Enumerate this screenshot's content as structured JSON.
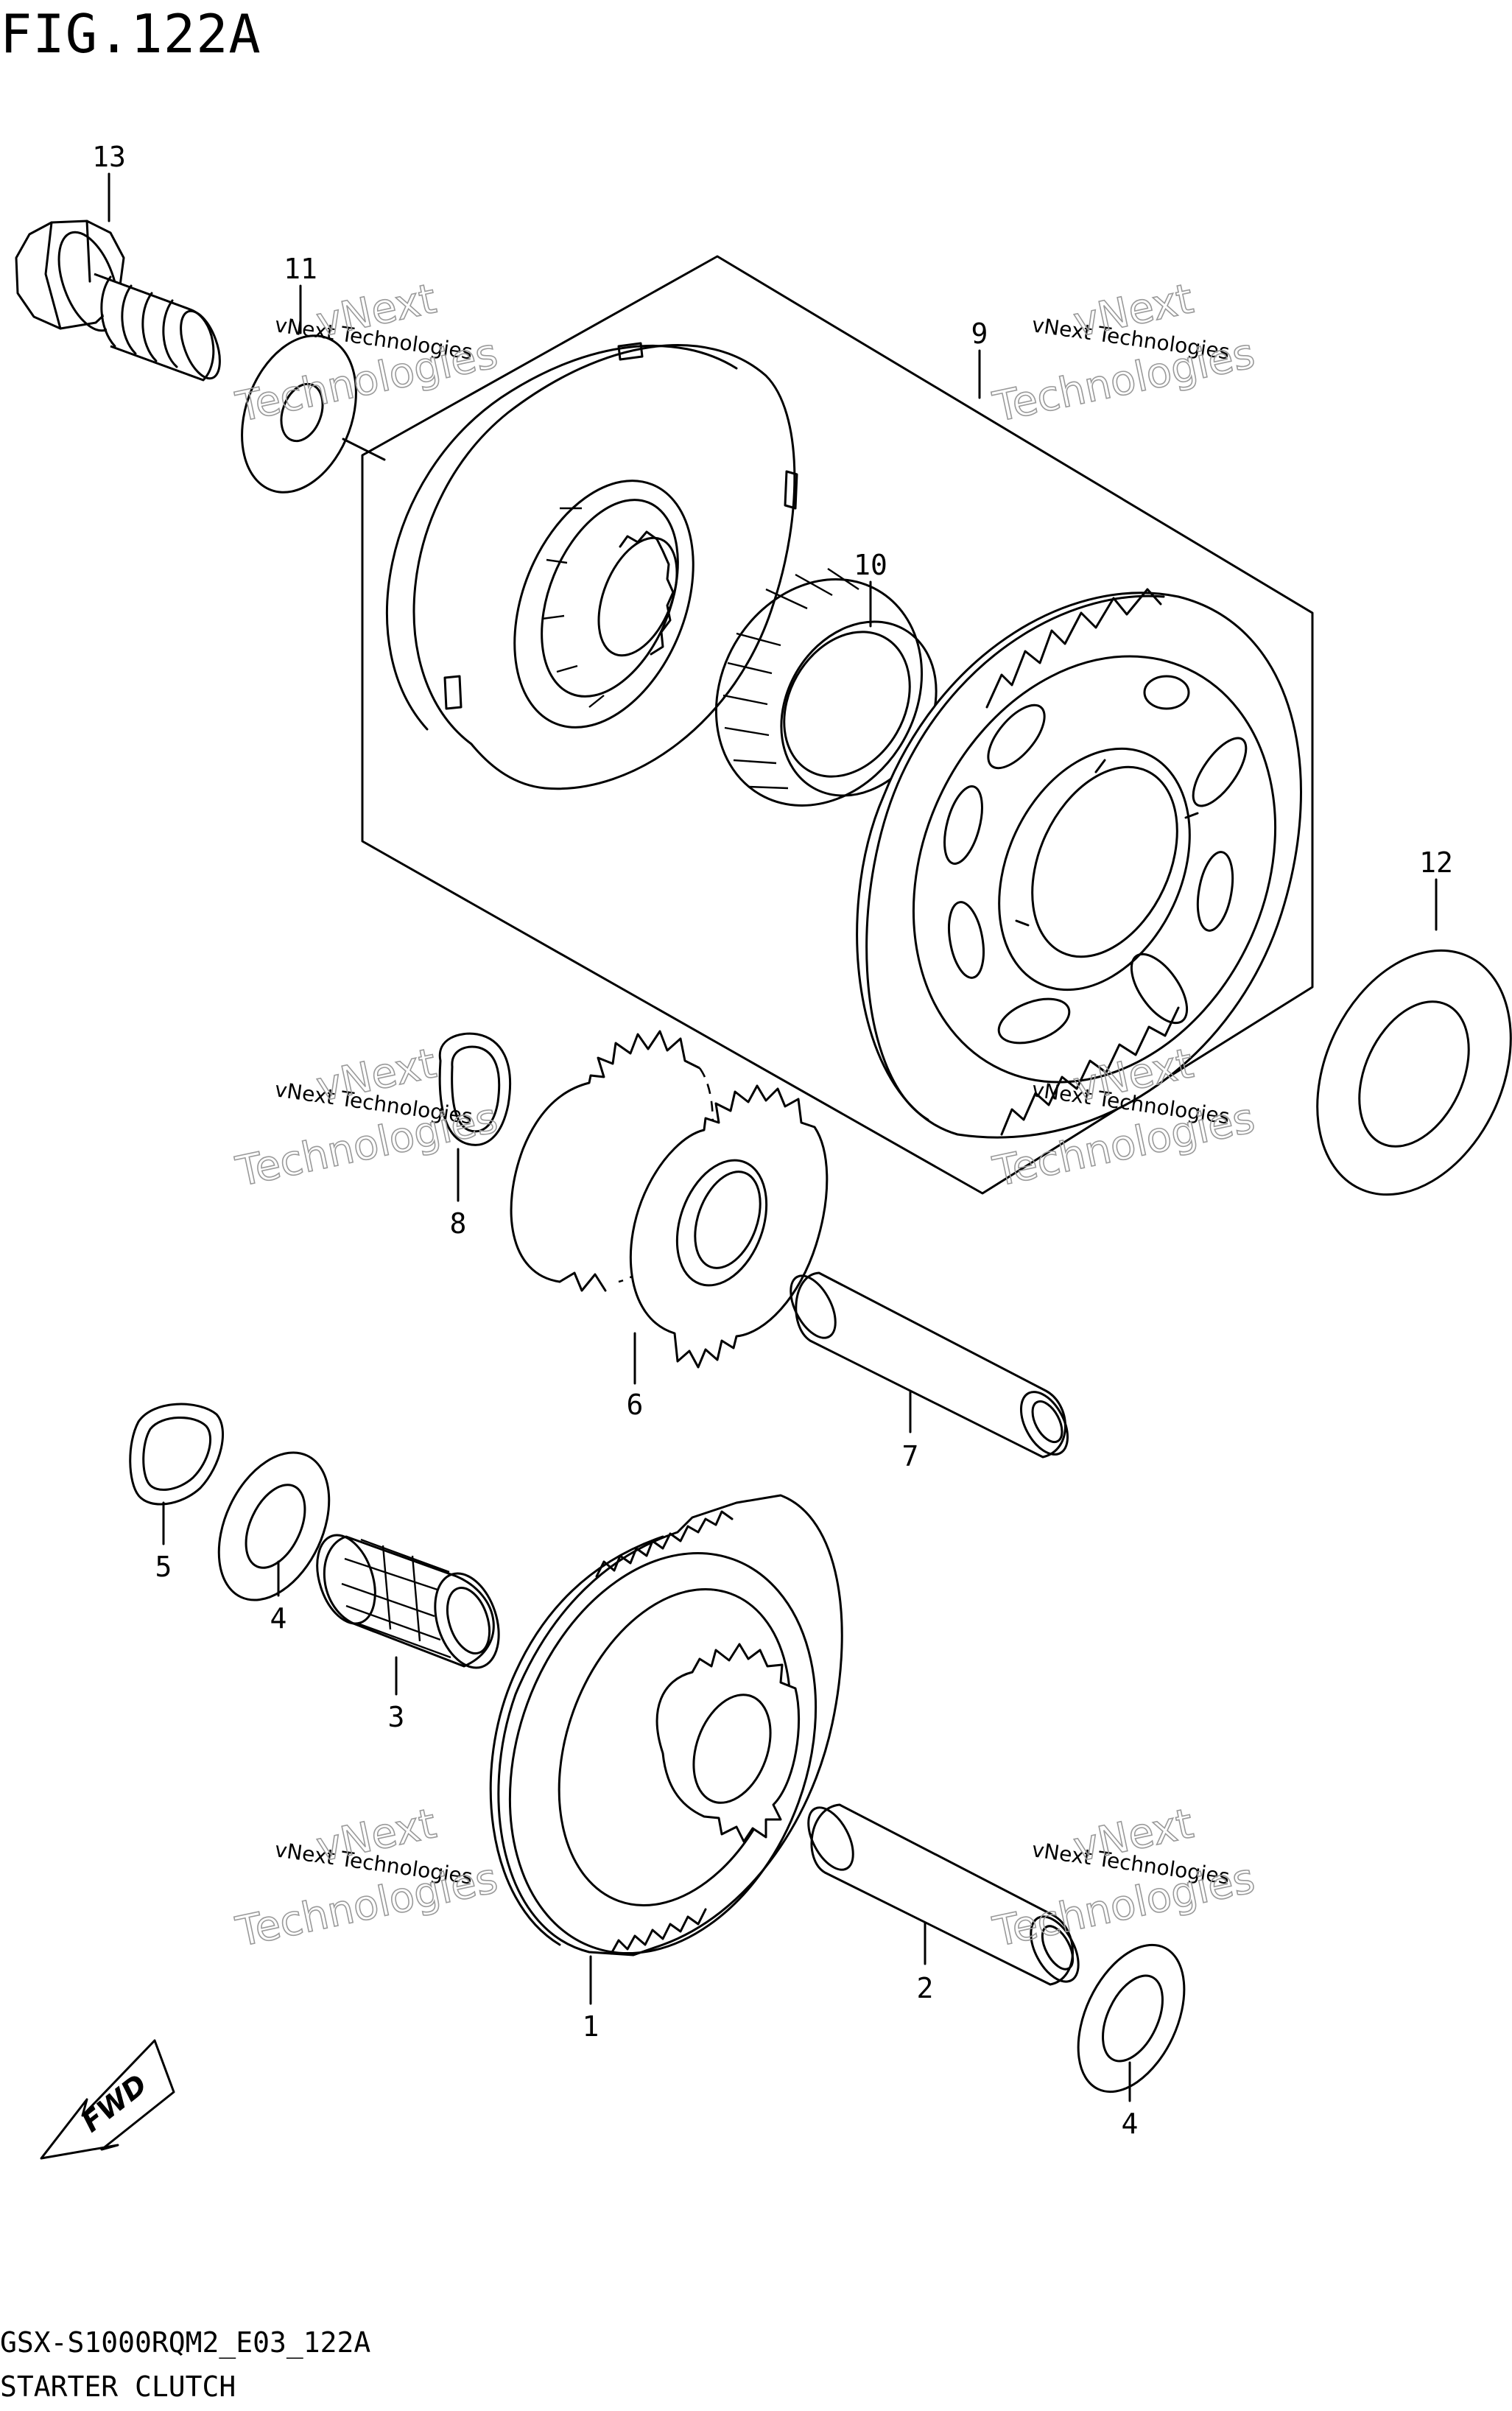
{
  "figure_title": "FIG.122A",
  "model_code": "GSX-S1000RQM2_E03_122A",
  "group_name": "STARTER CLUTCH",
  "fwd_label": "FWD",
  "watermark": {
    "line1": "vNext Technologies",
    "line2_a": "vNext",
    "line2_b": "Technologies"
  },
  "parts": [
    {
      "ref": "1"
    },
    {
      "ref": "2"
    },
    {
      "ref": "3"
    },
    {
      "ref": "4"
    },
    {
      "ref": "4"
    },
    {
      "ref": "5"
    },
    {
      "ref": "6"
    },
    {
      "ref": "7"
    },
    {
      "ref": "8"
    },
    {
      "ref": "9"
    },
    {
      "ref": "10"
    },
    {
      "ref": "11"
    },
    {
      "ref": "12"
    },
    {
      "ref": "13"
    }
  ]
}
